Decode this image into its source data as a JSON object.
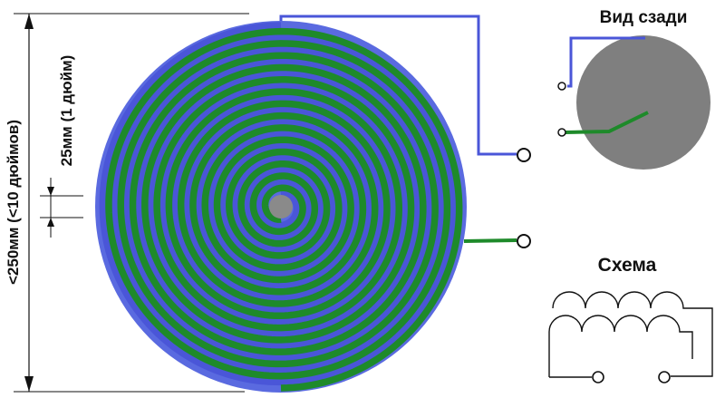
{
  "labels": {
    "overall_size": "<250мм (<10 дюймов)",
    "pitch": "25мм (1 дюйм)",
    "rear_view": "Вид сзади",
    "schematic": "Схема"
  },
  "colors": {
    "blue_wire": "#4a56d8",
    "green_wire": "#1e8a2a",
    "disc_gray": "#7f7f7f",
    "outline": "#111111"
  },
  "coil": {
    "turns": 14
  }
}
